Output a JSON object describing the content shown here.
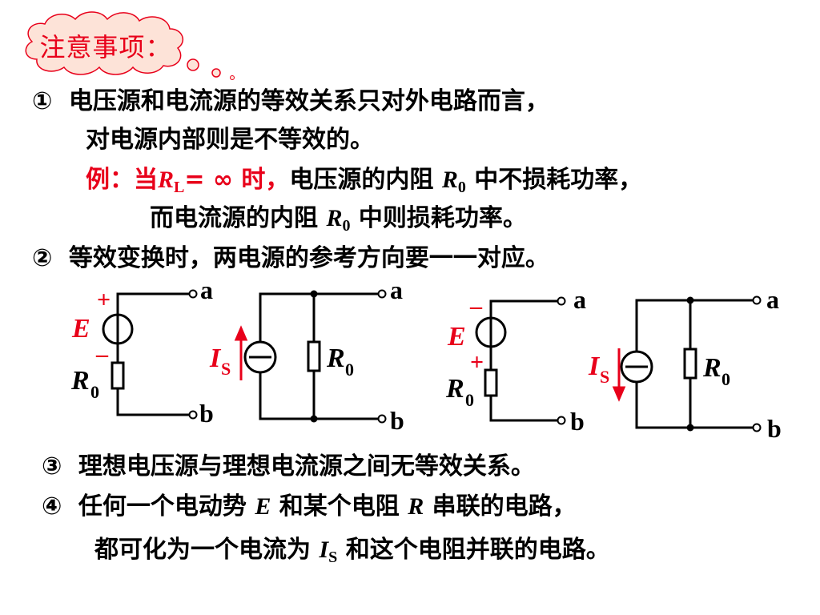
{
  "title": "注意事项：",
  "colors": {
    "accent": "#e8001a",
    "text": "#000000",
    "cloud_fill": "#fde3d8"
  },
  "item1": {
    "num": "①",
    "line1": "电压源和电流源的等效关系只对外电路而言，",
    "line2": "对电源内部则是不等效的。",
    "example": {
      "prefix": "例：当",
      "sym": "R",
      "sub": "L",
      "cond": "= ∞ 时，",
      "rest_a": "电压源的内阻 ",
      "r_sym": "R",
      "r_sub": "0",
      "rest_b": " 中不损耗功率，",
      "line2_a": "而电流源的内阻 ",
      "line2_b": " 中则损耗功率。"
    }
  },
  "item2": {
    "num": "②",
    "text": "等效变换时，两电源的参考方向要一一对应。"
  },
  "item3": {
    "num": "③",
    "text": "理想电压源与理想电流源之间无等效关系。"
  },
  "item4": {
    "num": "④",
    "line1_a": "任何一个电动势 ",
    "e_sym": "E",
    "line1_b": " 和某个电阻 ",
    "r_sym": "R",
    "line1_c": " 串联的电路，",
    "line2_a": "都可化为一个电流为 ",
    "is_sym": "I",
    "is_sub": "S",
    "line2_b": " 和这个电阻并联的电路。"
  },
  "circuits": {
    "term_a": "a",
    "term_b": "b",
    "plus": "+",
    "minus": "–",
    "e_label": "E",
    "r_label": "R",
    "r_sub": "0",
    "is_label": "I",
    "is_sub": "S"
  }
}
